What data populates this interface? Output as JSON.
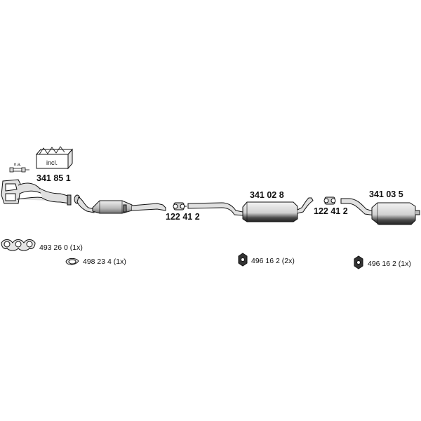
{
  "diagram": {
    "parts": {
      "manifold": {
        "number": "341 85 1"
      },
      "kit_box": {
        "label": "incl."
      },
      "lambda_sensor": {
        "note": "n.a."
      },
      "clamp_front": {
        "number": "122 41 2"
      },
      "middle_silencer": {
        "number": "341 02 8"
      },
      "clamp_rear": {
        "number": "122 41 2"
      },
      "rear_silencer": {
        "number": "341 03 5"
      }
    },
    "accessories": {
      "gasket_multi": {
        "text": "493 26 0 (1x)"
      },
      "gasket_ring": {
        "text": "498 23 4 (1x)"
      },
      "hanger_middle": {
        "text": "496 16 2 (2x)"
      },
      "hanger_rear": {
        "text": "496 16 2 (1x)"
      }
    }
  },
  "colors": {
    "ink": "#111111",
    "shade": "#555555",
    "fill_light": "#e9e9e9",
    "fill_mid": "#bdbdbd"
  }
}
